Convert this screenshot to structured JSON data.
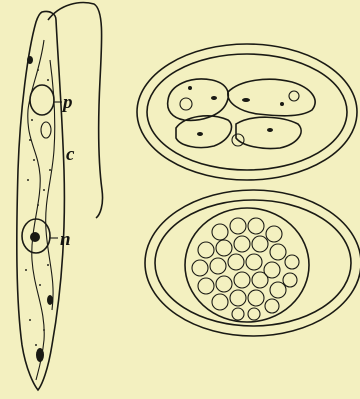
{
  "figure": {
    "labels": {
      "p": "p",
      "c": "c",
      "n": "n"
    }
  },
  "colors": {
    "paper": "#f3f0c0",
    "ink": "#1a1a14"
  }
}
